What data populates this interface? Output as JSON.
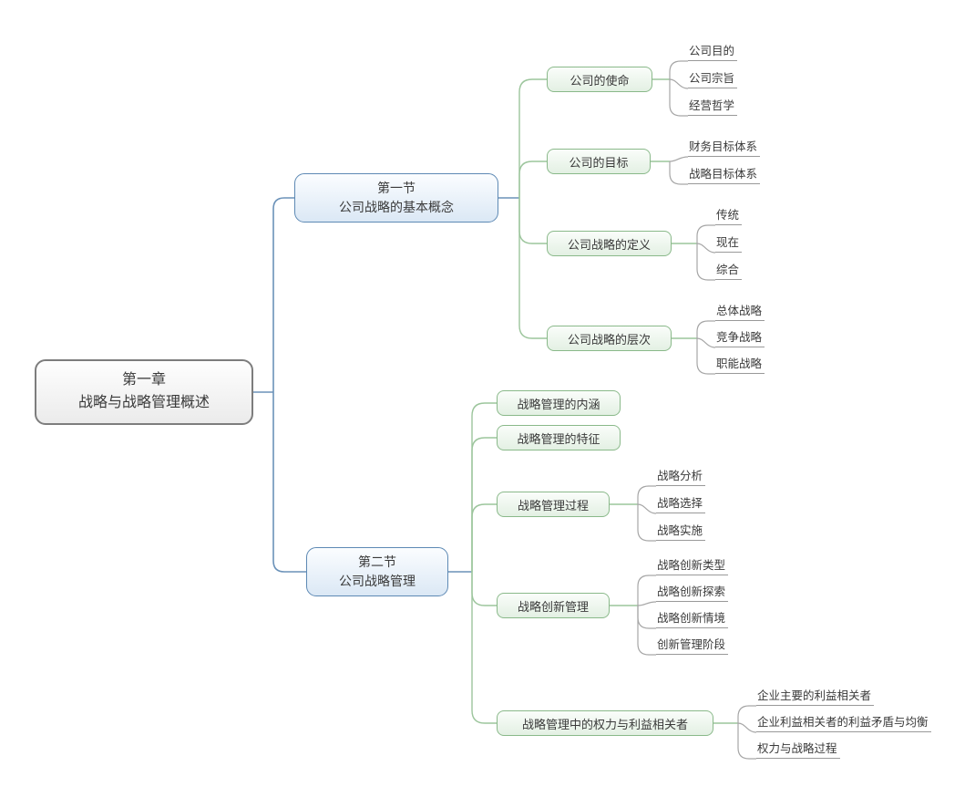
{
  "root": {
    "line1": "第一章",
    "line2": "战略与战略管理概述"
  },
  "sections": [
    {
      "line1": "第一节",
      "line2": "公司战略的基本概念",
      "topics": [
        {
          "label": "公司的使命",
          "leaves": [
            "公司目的",
            "公司宗旨",
            "经营哲学"
          ]
        },
        {
          "label": "公司的目标",
          "leaves": [
            "财务目标体系",
            "战略目标体系"
          ]
        },
        {
          "label": "公司战略的定义",
          "leaves": [
            "传统",
            "现在",
            "综合"
          ]
        },
        {
          "label": "公司战略的层次",
          "leaves": [
            "总体战略",
            "竞争战略",
            "职能战略"
          ]
        }
      ]
    },
    {
      "line1": "第二节",
      "line2": "公司战略管理",
      "topics": [
        {
          "label": "战略管理的内涵",
          "leaves": []
        },
        {
          "label": "战略管理的特征",
          "leaves": []
        },
        {
          "label": "战略管理过程",
          "leaves": [
            "战略分析",
            "战略选择",
            "战略实施"
          ]
        },
        {
          "label": "战略创新管理",
          "leaves": [
            "战略创新类型",
            "战略创新探索",
            "战略创新情境",
            "创新管理阶段"
          ]
        },
        {
          "label": "战略管理中的权力与利益相关者",
          "leaves": [
            "企业主要的利益相关者",
            "企业利益相关者的利益矛盾与均衡",
            "权力与战略过程"
          ]
        }
      ]
    }
  ],
  "colors": {
    "root_border": "#7d7d7d",
    "root_fill_top": "#fefefe",
    "root_fill_bottom": "#ebebeb",
    "section_border": "#5d89b4",
    "section_fill_top": "#fbfdff",
    "section_fill_bottom": "#dbe8f5",
    "topic_border": "#8ab98a",
    "topic_fill_top": "#fafdfa",
    "topic_fill_bottom": "#e3f0e3",
    "line_blue": "#6b92b9",
    "line_green": "#9cc59c",
    "line_gray": "#a6a6a6",
    "leaf_underline": "#999999",
    "text": "#3a3a3a"
  }
}
